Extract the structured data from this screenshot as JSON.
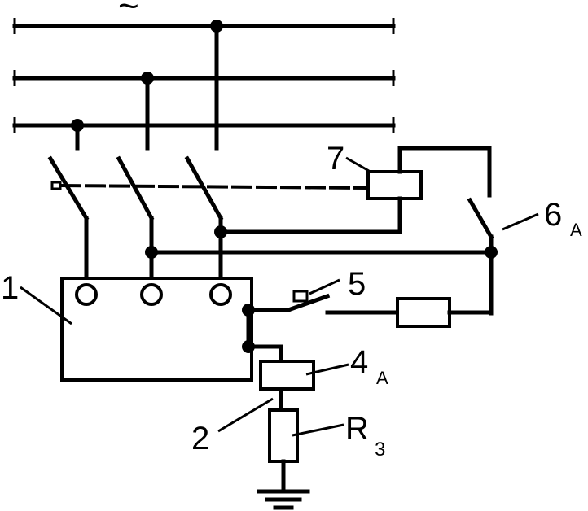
{
  "labels": {
    "supply_symbol": "~",
    "device": "1",
    "lead": "2",
    "relay": "4",
    "relay_sub": "A",
    "contact": "5",
    "switch": "6",
    "switch_sub": "A",
    "coil": "7",
    "resistor": "R",
    "resistor_sub": "3"
  },
  "colors": {
    "line": "#000000",
    "background": "#ffffff"
  }
}
